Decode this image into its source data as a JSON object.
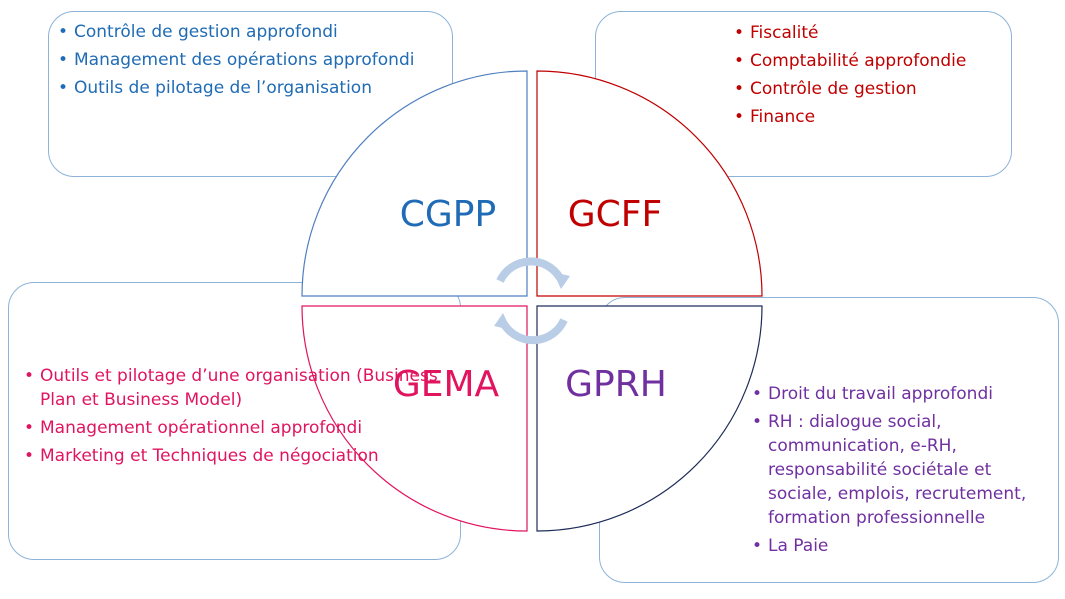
{
  "quadrants": {
    "cgpp": {
      "label": "CGPP",
      "color": "#1f6bb5"
    },
    "gcff": {
      "label": "GCFF",
      "color": "#c00000"
    },
    "gema": {
      "label": "GEMA",
      "color": "#e0145f"
    },
    "gprh": {
      "label": "GPRH",
      "color": "#7030a0"
    }
  },
  "lists": {
    "cgpp": [
      "Contrôle de gestion approfondi",
      "Management des opérations approfondi",
      "Outils de pilotage de l’organisation"
    ],
    "gcff": [
      "Fiscalité",
      "Comptabilité approfondie",
      "Contrôle de gestion",
      "Finance"
    ],
    "gema": [
      "Outils et pilotage d’une organisation (Business Plan et Business Model)",
      "Management opérationnel approfondi",
      "Marketing et Techniques de négociation"
    ],
    "gprh": [
      "Droit du travail approfondi",
      "RH : dialogue social, communication, e-RH, responsabilité sociétale et sociale, emplois, recrutement, formation professionnelle",
      "La Paie"
    ]
  },
  "center_icon": "circular-arrows-icon"
}
